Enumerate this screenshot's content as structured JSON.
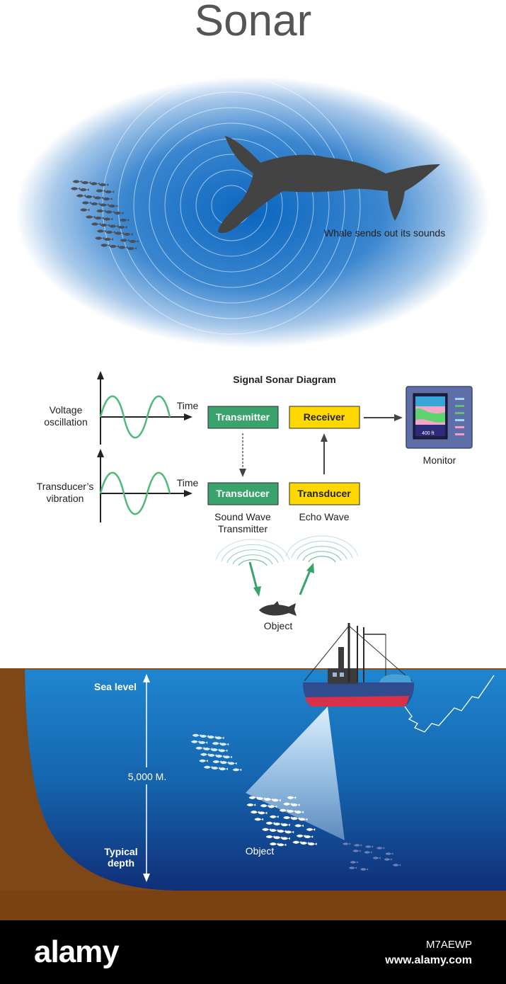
{
  "title": "Sonar",
  "whale_caption": "Whale sends out its sounds",
  "diagram": {
    "heading": "Signal Sonar Diagram",
    "signal_top_label": "Voltage oscillation",
    "signal_bottom_label": "Transducer’s vibration",
    "time_label": "Time",
    "boxes": {
      "transmitter": "Transmitter",
      "receiver": "Receiver",
      "transducer_send": "Transducer",
      "transducer_receive": "Transducer"
    },
    "sound_wave_caption": "Sound Wave Transmitter",
    "echo_wave_caption": "Echo Wave",
    "monitor_caption": "Monitor",
    "monitor_screen_text": "400 ft",
    "object_caption": "Object"
  },
  "ocean": {
    "sea_level": "Sea level",
    "depth_value": "5,000 M.",
    "typical_depth": "Typical depth",
    "object_caption": "Object"
  },
  "footer": {
    "logo": "alamy",
    "image_id": "M7AEWP",
    "url": "www.alamy.com"
  },
  "colors": {
    "green_box": "#3aa36b",
    "yellow_box": "#ffd800",
    "wave_green": "#4fba7a",
    "ocean_top": "#1979c6",
    "ocean_bottom": "#0f2f7a",
    "seabed": "#8a4e1d"
  }
}
